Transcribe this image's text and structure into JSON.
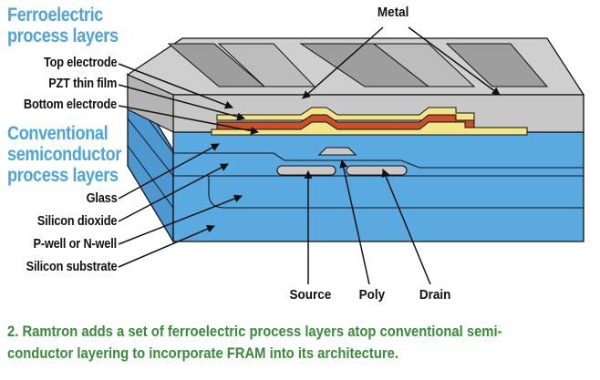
{
  "headings": {
    "ferroelectric": [
      "Ferroelectric",
      "process layers"
    ],
    "conventional": [
      "Conventional",
      "semiconductor",
      "process layers"
    ]
  },
  "left_labels": [
    "Top electrode",
    "PZT thin film",
    "Bottom electrode",
    "Glass",
    "Silicon dioxide",
    "P-well or N-well",
    "Silicon substrate"
  ],
  "top_label": "Metal",
  "bottom_labels": {
    "source": "Source",
    "poly": "Poly",
    "drain": "Drain"
  },
  "caption": [
    "2. Ramtron adds a set of ferroelectric process layers atop conventional semi-",
    "conductor layering to incorporate FRAM into its architecture."
  ],
  "colors": {
    "heading_blue": "#4fa3dc",
    "caption_green": "#3a8a3a",
    "substrate_blue": "#5aa9e0",
    "gray_layer": "#c8c8c8",
    "pzt_red": "#c8502a",
    "electrode_yellow": "#f4e58a"
  }
}
